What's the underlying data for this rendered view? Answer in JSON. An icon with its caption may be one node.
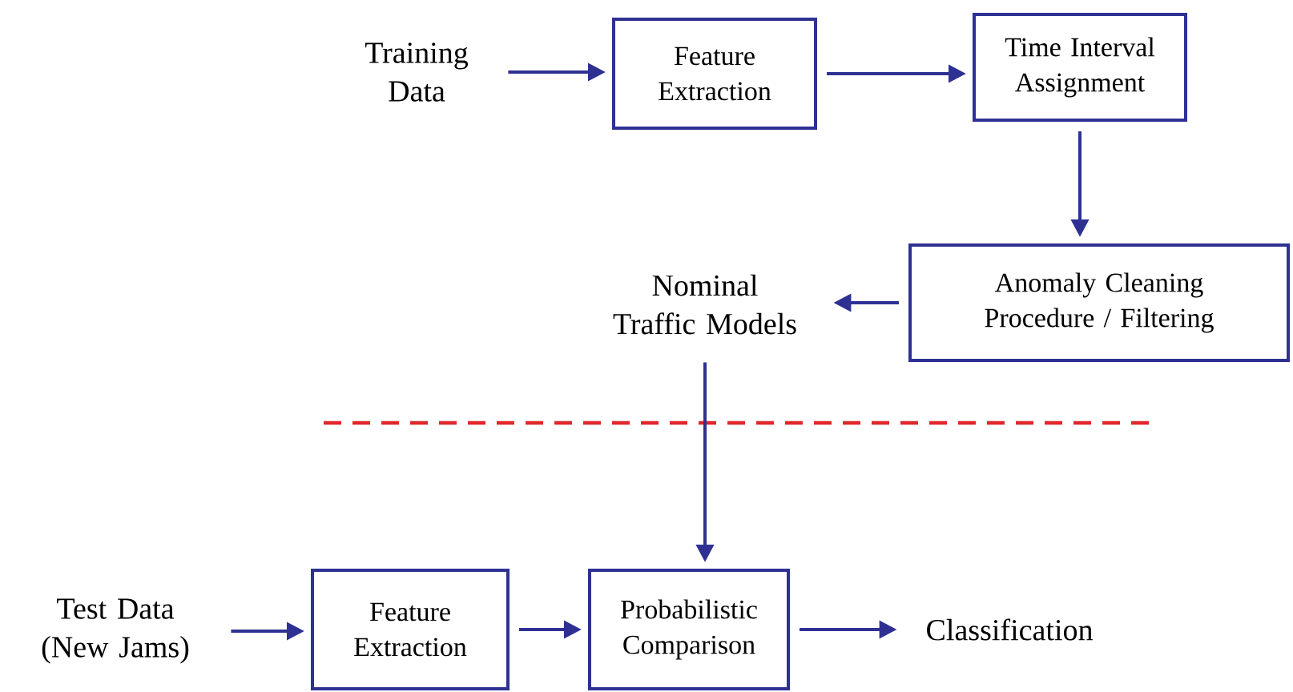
{
  "diagram": {
    "nodes": [
      {
        "text": [
          "Training Data"
        ]
      },
      {
        "text": [
          "Feature Extraction"
        ]
      },
      {
        "text": [
          "Time Interval Assignment"
        ]
      },
      {
        "text": [
          "Anomaly Cleaning Procedure / Filtering"
        ]
      },
      {
        "text": [
          "Nominal Traffic Models"
        ]
      },
      {
        "text": [
          "Test Data (New Jams)"
        ]
      },
      {
        "text": [
          "Feature Extraction"
        ]
      },
      {
        "text": [
          "Probabilistic Comparison"
        ]
      },
      {
        "text": [
          "Classification"
        ]
      }
    ],
    "edges": [
      {
        "from": 0,
        "to": 1,
        "arrow": "to"
      },
      {
        "from": 1,
        "to": 2,
        "arrow": "to"
      },
      {
        "from": 2,
        "to": 3,
        "arrow": "to"
      },
      {
        "from": 3,
        "to": 4,
        "arrow": "to"
      },
      {
        "from": 4,
        "to": 7,
        "arrow": "to"
      },
      {
        "from": 5,
        "to": 6,
        "arrow": "to"
      },
      {
        "from": 6,
        "to": 7,
        "arrow": "to"
      },
      {
        "from": 7,
        "to": 8,
        "arrow": "to"
      }
    ]
  }
}
